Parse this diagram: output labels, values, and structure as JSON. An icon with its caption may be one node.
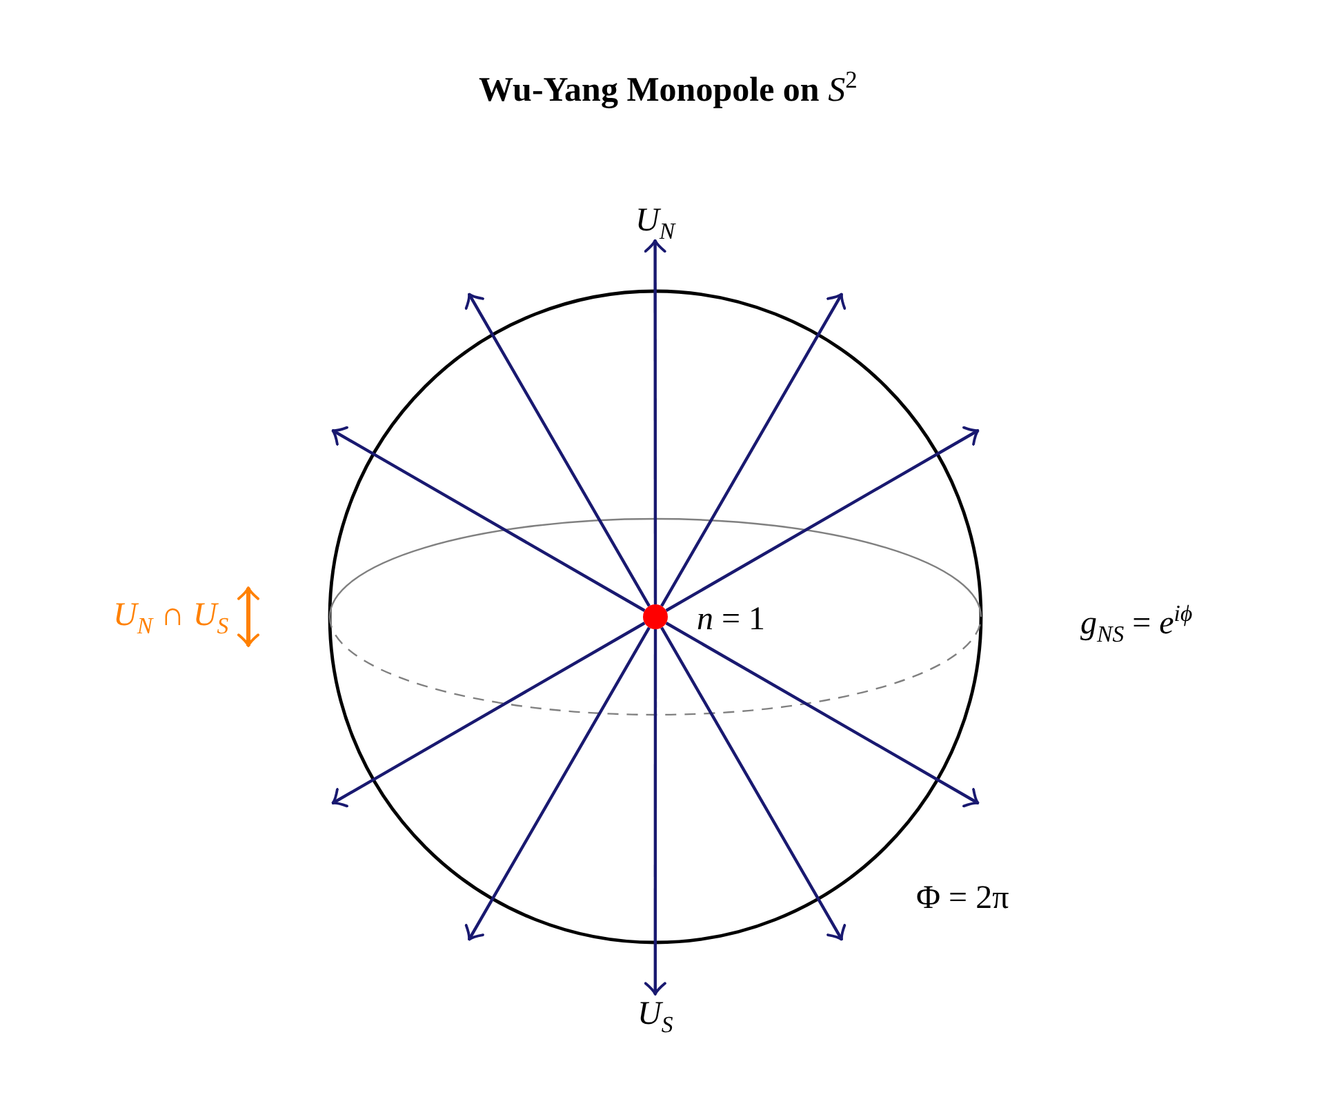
{
  "diagram": {
    "title": "Wu-Yang Monopole on *S*$^{2}$",
    "nodes": [
      {
        "text": [
          "*U*$_{N}$"
        ]
      },
      {
        "text": [],
        "shape": "circle",
        "beside": [
          "*n* = 1"
        ]
      },
      {
        "text": [
          "*U*$_{S}$"
        ]
      }
    ],
    "edges": [
      {
        "from": 1,
        "to": 0,
        "arrow": "to"
      },
      {
        "from": 1,
        "to": null,
        "arrow": "to"
      },
      {
        "from": 1,
        "to": null,
        "arrow": "to"
      },
      {
        "from": 1,
        "to": null,
        "arrow": "to"
      },
      {
        "from": 1,
        "to": null,
        "arrow": "to"
      },
      {
        "from": 1,
        "to": 2,
        "arrow": "to"
      },
      {
        "from": 1,
        "to": null,
        "arrow": "to"
      },
      {
        "from": 1,
        "to": null,
        "arrow": "to"
      },
      {
        "from": 1,
        "to": null,
        "arrow": "to"
      },
      {
        "from": 1,
        "to": null,
        "arrow": "to"
      }
    ],
    "labels": [
      "*U*$_{N}$ ∩ *U*$_{S}$",
      "*g*$_{NS}$ = *e*$^{iϕ}$",
      "Φ = 2π"
    ]
  }
}
